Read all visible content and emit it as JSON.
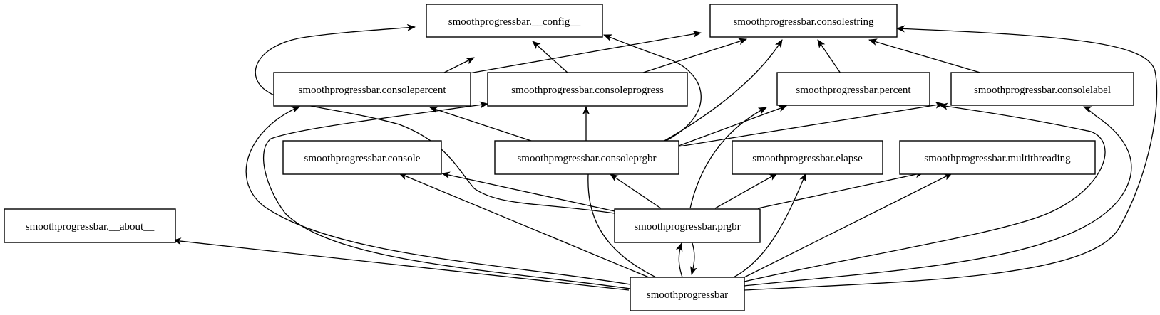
{
  "diagram": {
    "type": "dependency-graph",
    "nodes": [
      {
        "id": "config",
        "label": "smoothprogressbar.__config__"
      },
      {
        "id": "consolestring",
        "label": "smoothprogressbar.consolestring"
      },
      {
        "id": "consolepercent",
        "label": "smoothprogressbar.consolepercent"
      },
      {
        "id": "consoleprogress",
        "label": "smoothprogressbar.consoleprogress"
      },
      {
        "id": "percent",
        "label": "smoothprogressbar.percent"
      },
      {
        "id": "consolelabel",
        "label": "smoothprogressbar.consolelabel"
      },
      {
        "id": "console",
        "label": "smoothprogressbar.console"
      },
      {
        "id": "consoleprgbr",
        "label": "smoothprogressbar.consoleprgbr"
      },
      {
        "id": "elapse",
        "label": "smoothprogressbar.elapse"
      },
      {
        "id": "multithreading",
        "label": "smoothprogressbar.multithreading"
      },
      {
        "id": "about",
        "label": "smoothprogressbar.__about__"
      },
      {
        "id": "prgbr",
        "label": "smoothprogressbar.prgbr"
      },
      {
        "id": "root",
        "label": "smoothprogressbar"
      }
    ],
    "edges": [
      {
        "from": "consolepercent",
        "to": "config"
      },
      {
        "from": "consolepercent",
        "to": "consolestring"
      },
      {
        "from": "consoleprogress",
        "to": "config"
      },
      {
        "from": "consoleprogress",
        "to": "consolestring"
      },
      {
        "from": "percent",
        "to": "consolestring"
      },
      {
        "from": "consolelabel",
        "to": "consolestring"
      },
      {
        "from": "consoleprgbr",
        "to": "config"
      },
      {
        "from": "consoleprgbr",
        "to": "consolestring"
      },
      {
        "from": "consoleprgbr",
        "to": "consolepercent"
      },
      {
        "from": "consoleprgbr",
        "to": "consoleprogress"
      },
      {
        "from": "consoleprgbr",
        "to": "percent"
      },
      {
        "from": "consoleprgbr",
        "to": "consolelabel"
      },
      {
        "from": "prgbr",
        "to": "console"
      },
      {
        "from": "prgbr",
        "to": "consoleprgbr"
      },
      {
        "from": "prgbr",
        "to": "elapse"
      },
      {
        "from": "prgbr",
        "to": "multithreading"
      },
      {
        "from": "prgbr",
        "to": "percent"
      },
      {
        "from": "prgbr",
        "to": "config"
      },
      {
        "from": "prgbr",
        "to": "root"
      },
      {
        "from": "root",
        "to": "about"
      },
      {
        "from": "root",
        "to": "console"
      },
      {
        "from": "root",
        "to": "consoleprgbr"
      },
      {
        "from": "root",
        "to": "consolepercent"
      },
      {
        "from": "root",
        "to": "consoleprogress"
      },
      {
        "from": "root",
        "to": "prgbr"
      },
      {
        "from": "root",
        "to": "elapse"
      },
      {
        "from": "root",
        "to": "multithreading"
      },
      {
        "from": "root",
        "to": "consolestring"
      },
      {
        "from": "root",
        "to": "consolelabel"
      },
      {
        "from": "root",
        "to": "percent"
      }
    ]
  }
}
